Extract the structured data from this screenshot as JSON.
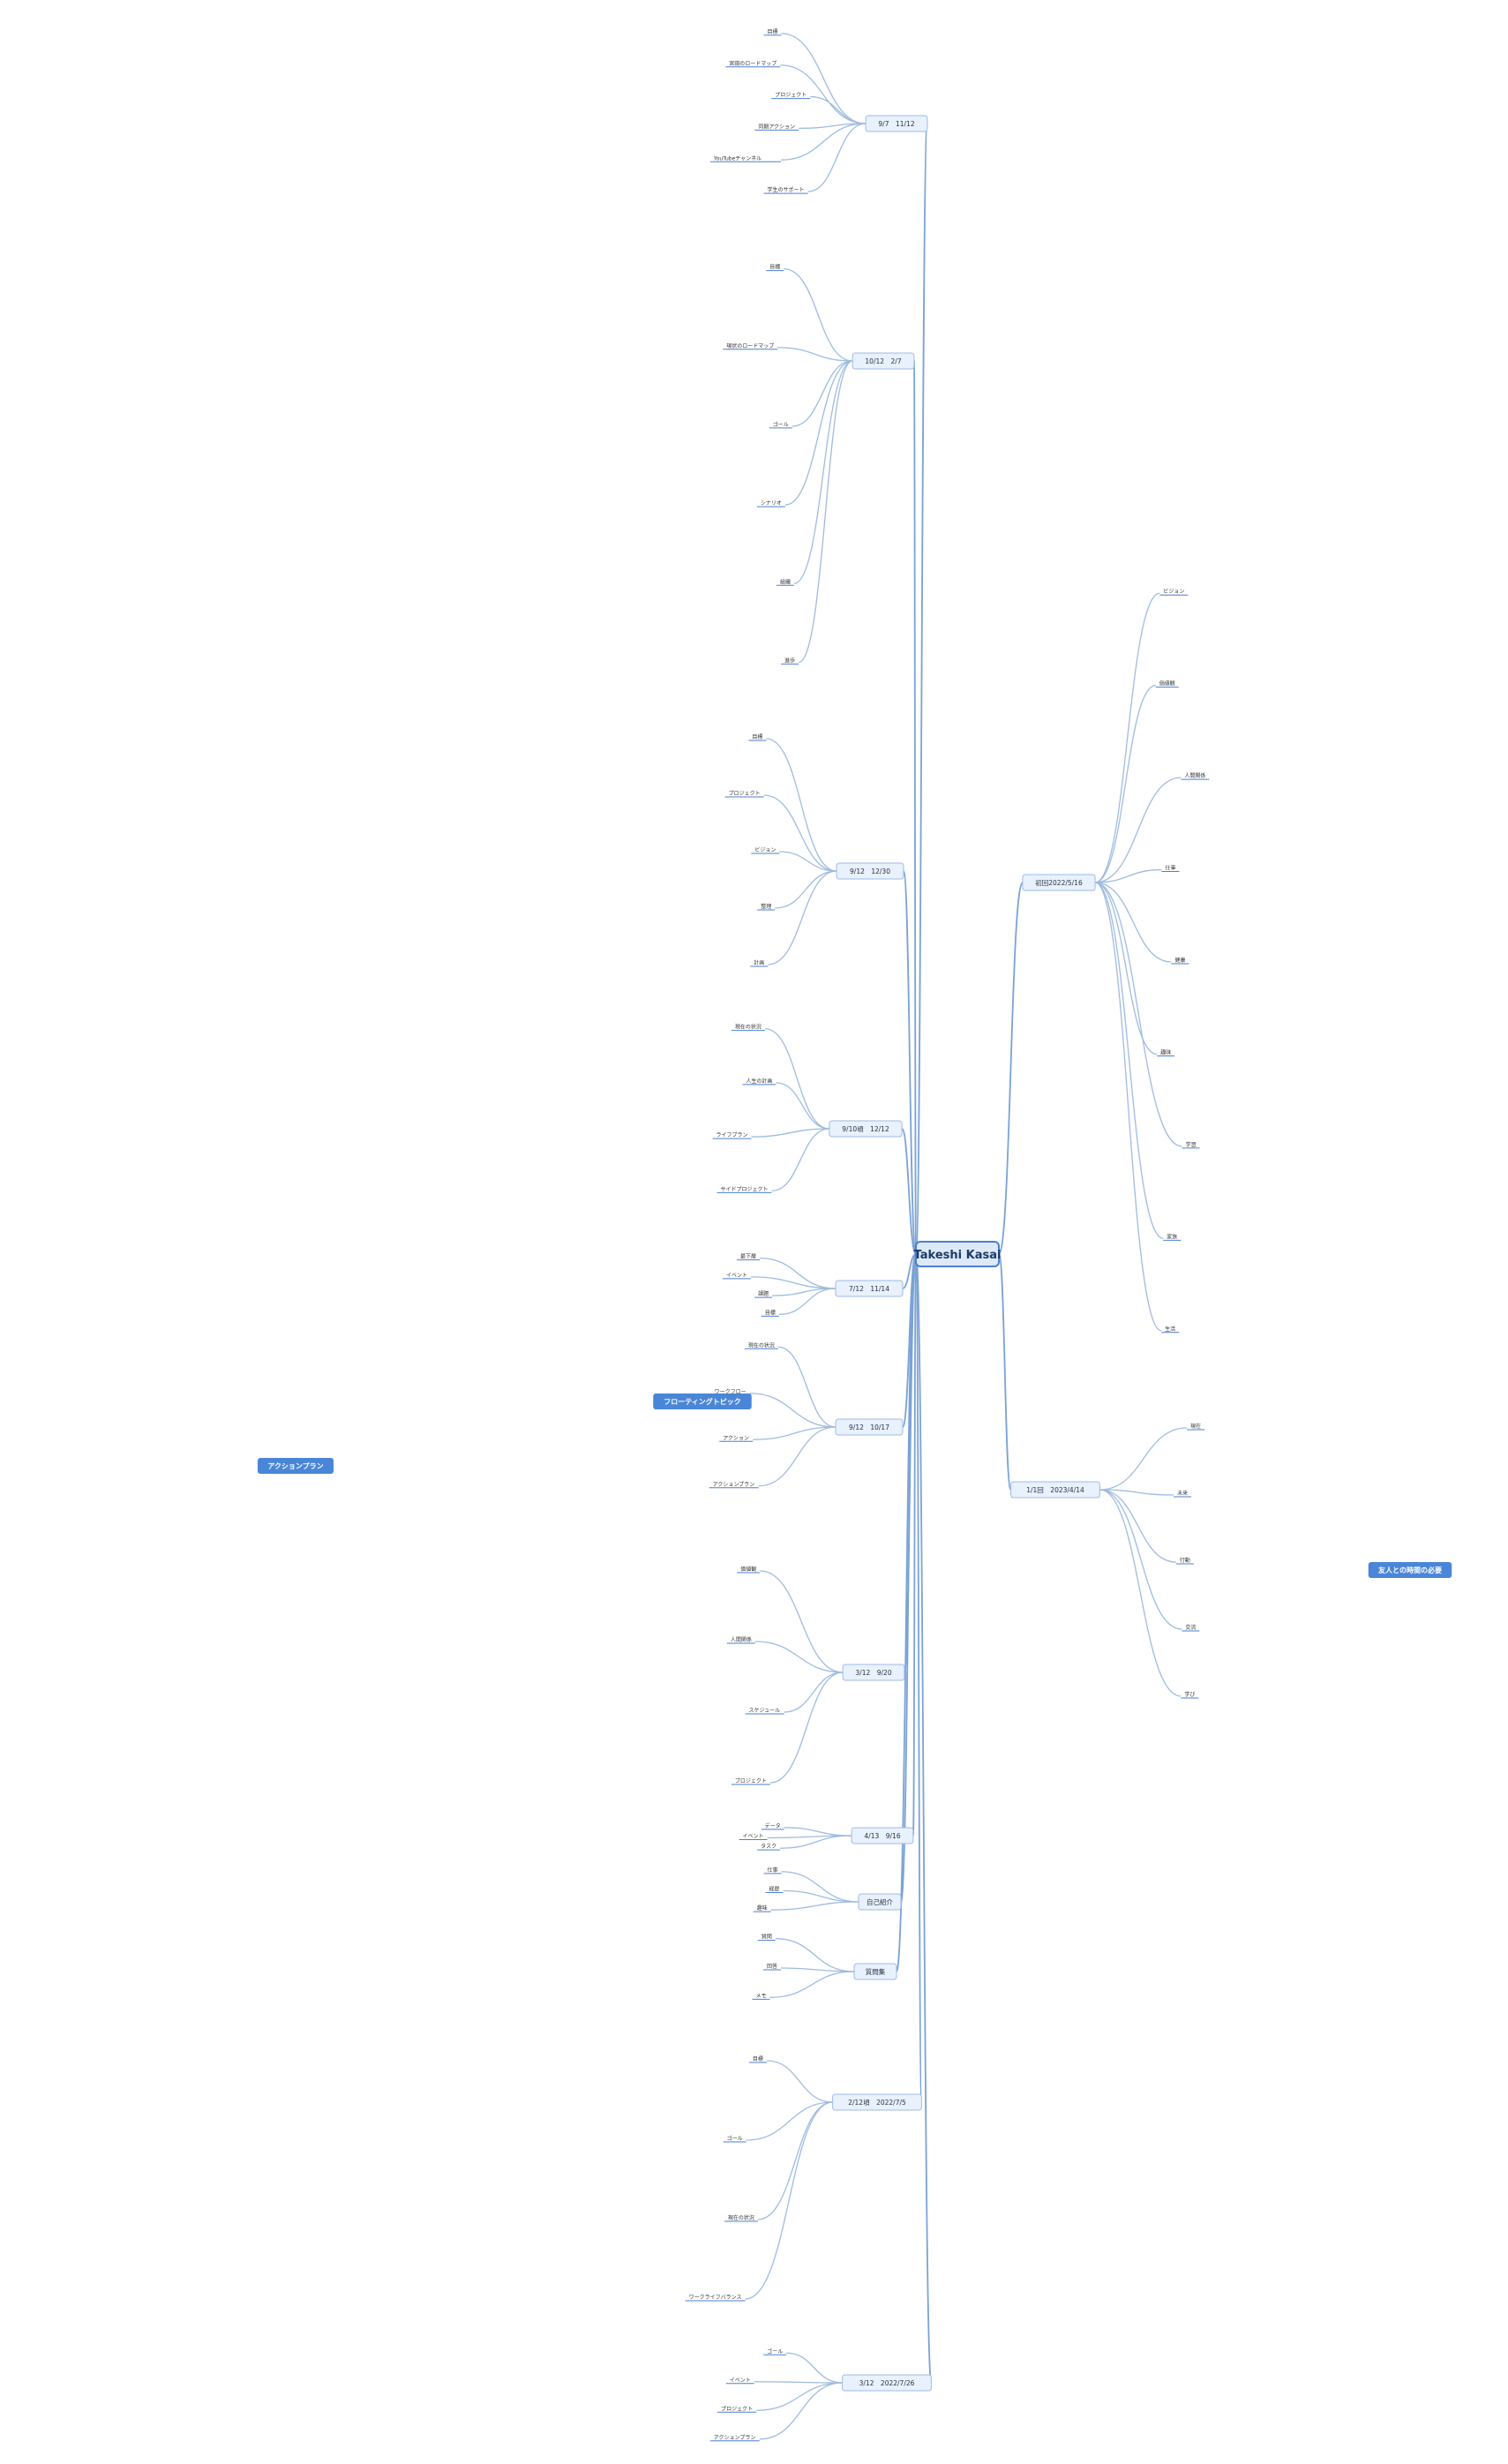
{
  "root": "Takeshi Kasai",
  "highlights": [
    "アクションプラン",
    "フローティングトピック",
    "友人との時間の必要"
  ],
  "sessions": [
    {
      "label": "9/7　11/12",
      "nodes": [
        "目標",
        "宮田のロードマップ",
        "プロジェクト",
        "同期アクション",
        "YouTubeチャンネル",
        "学生のサポート"
      ]
    },
    {
      "label": "10/12　2/7",
      "nodes": [
        "目標",
        "現状のロードマップ",
        "ゴール",
        "シナリオ",
        "組織",
        "進歩"
      ]
    },
    {
      "label": "9/12　12/30",
      "nodes": [
        "目標",
        "プロジェクト",
        "ビジョン",
        "整理",
        "計画"
      ]
    },
    {
      "label": "9/10頃　12/12",
      "nodes": [
        "現在の状況",
        "人生の計画",
        "ライフプラン",
        "サイドプロジェクト"
      ]
    },
    {
      "label": "7/12　11/14",
      "nodes": [
        "最下層",
        "イベント",
        "課題",
        "目標"
      ]
    },
    {
      "label": "9/12　10/17",
      "nodes": [
        "現在の状況",
        "ワークフロー",
        "アクション",
        "アクションプラン"
      ]
    },
    {
      "label": "3/12　9/20",
      "nodes": [
        "価値観",
        "人間関係",
        "スケジュール",
        "プロジェクト"
      ]
    },
    {
      "label": "4/13　9/16",
      "nodes": [
        "データ",
        "イベント",
        "タスク"
      ]
    },
    {
      "label": "自己紹介",
      "nodes": [
        "仕事",
        "経歴",
        "趣味"
      ]
    },
    {
      "label": "質問集",
      "nodes": [
        "質問",
        "回答",
        "メモ"
      ]
    },
    {
      "label": "2/12頃　2022/7/5",
      "nodes": [
        "目標",
        "ゴール",
        "現在の状況",
        "ワークライフバランス"
      ]
    },
    {
      "label": "3/12　2022/7/26",
      "nodes": [
        "ゴール",
        "イベント",
        "プロジェクト",
        "アクションプラン"
      ]
    },
    {
      "label": "初回2022/5/16",
      "nodes": [
        "ビジョン",
        "価値観",
        "人間関係",
        "仕事",
        "健康",
        "趣味",
        "学習",
        "家族",
        "生活"
      ]
    },
    {
      "label": "1/1回　2023/4/14",
      "nodes": [
        "現在",
        "未来",
        "行動",
        "交流",
        "学び"
      ]
    }
  ]
}
